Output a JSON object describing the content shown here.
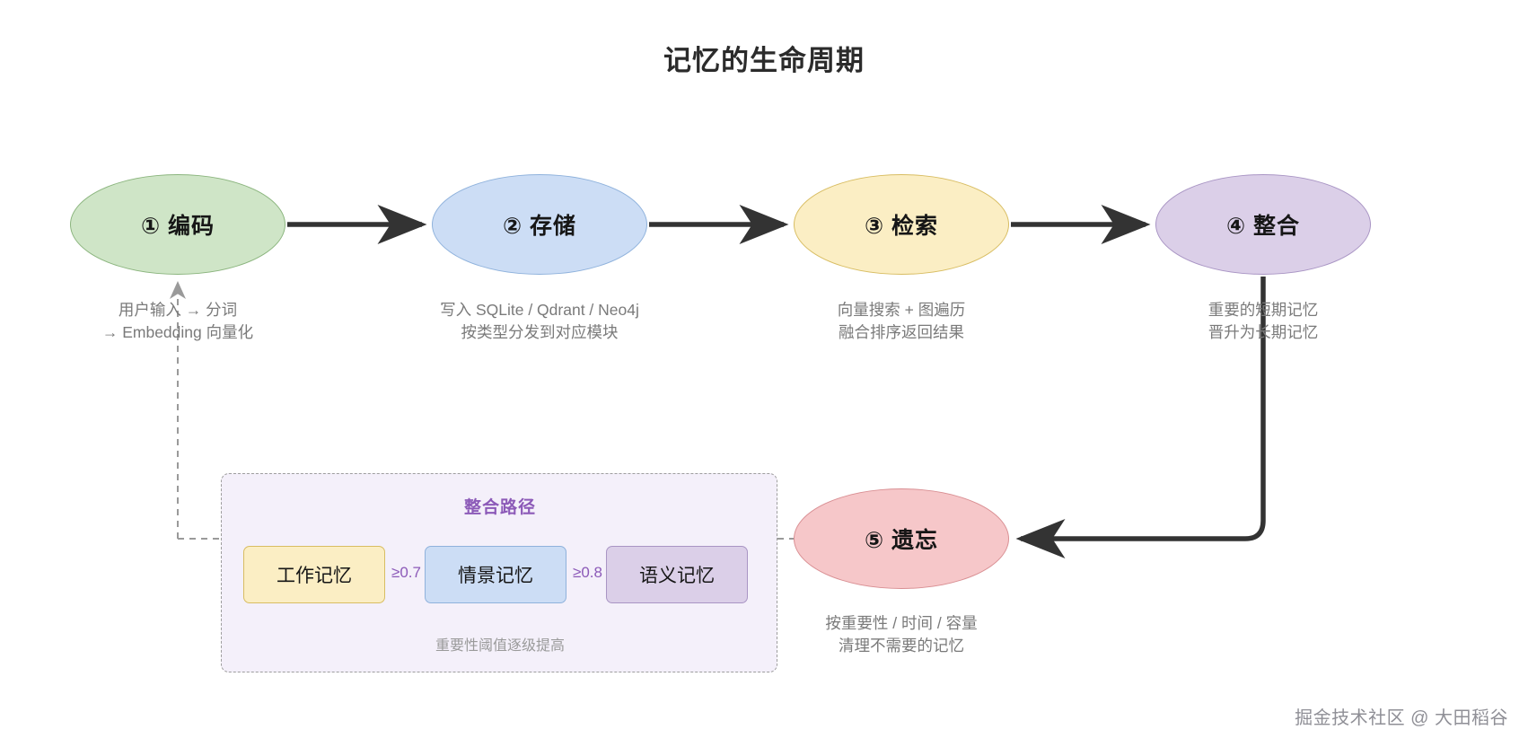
{
  "diagram": {
    "title": "记忆的生命周期",
    "watermark": "掘金技术社区 @ 大田稻谷",
    "nodes": [
      {
        "id": "encode",
        "label": "① 编码",
        "caption": "用户输入 → 分词\n→ Embedding 向量化",
        "fill": "#cfe5c7",
        "stroke": "#8bb57e"
      },
      {
        "id": "store",
        "label": "② 存储",
        "caption": "写入 SQLite / Qdrant / Neo4j\n按类型分发到对应模块",
        "fill": "#ccddf5",
        "stroke": "#8fb2dc"
      },
      {
        "id": "retrieve",
        "label": "③ 检索",
        "caption": "向量搜索 + 图遍历\n融合排序返回结果",
        "fill": "#fbeec4",
        "stroke": "#d8bd62"
      },
      {
        "id": "integrate",
        "label": "④ 整合",
        "caption": "重要的短期记忆\n晋升为长期记忆",
        "fill": "#dbcfe8",
        "stroke": "#a995c4"
      },
      {
        "id": "forget",
        "label": "⑤ 遗忘",
        "caption": "按重要性 / 时间 / 容量\n清理不需要的记忆",
        "fill": "#f6c7c9",
        "stroke": "#d98f93"
      }
    ],
    "subgraph": {
      "title": "整合路径",
      "note": "重要性阈值逐级提高",
      "boxes": [
        {
          "id": "working",
          "label": "工作记忆",
          "fill": "#fbeec4",
          "stroke": "#d8bd62"
        },
        {
          "id": "episodic",
          "label": "情景记忆",
          "fill": "#ccddf5",
          "stroke": "#8fb2dc"
        },
        {
          "id": "semantic",
          "label": "语义记忆",
          "fill": "#dbcfe8",
          "stroke": "#a995c4"
        }
      ],
      "edge_labels": [
        "≥0.7",
        "≥0.8"
      ]
    },
    "colors": {
      "arrow": "#333333",
      "dashed": "#9e9e9e",
      "accent": "#8c5ab8",
      "caption": "#7a7a7a"
    }
  }
}
